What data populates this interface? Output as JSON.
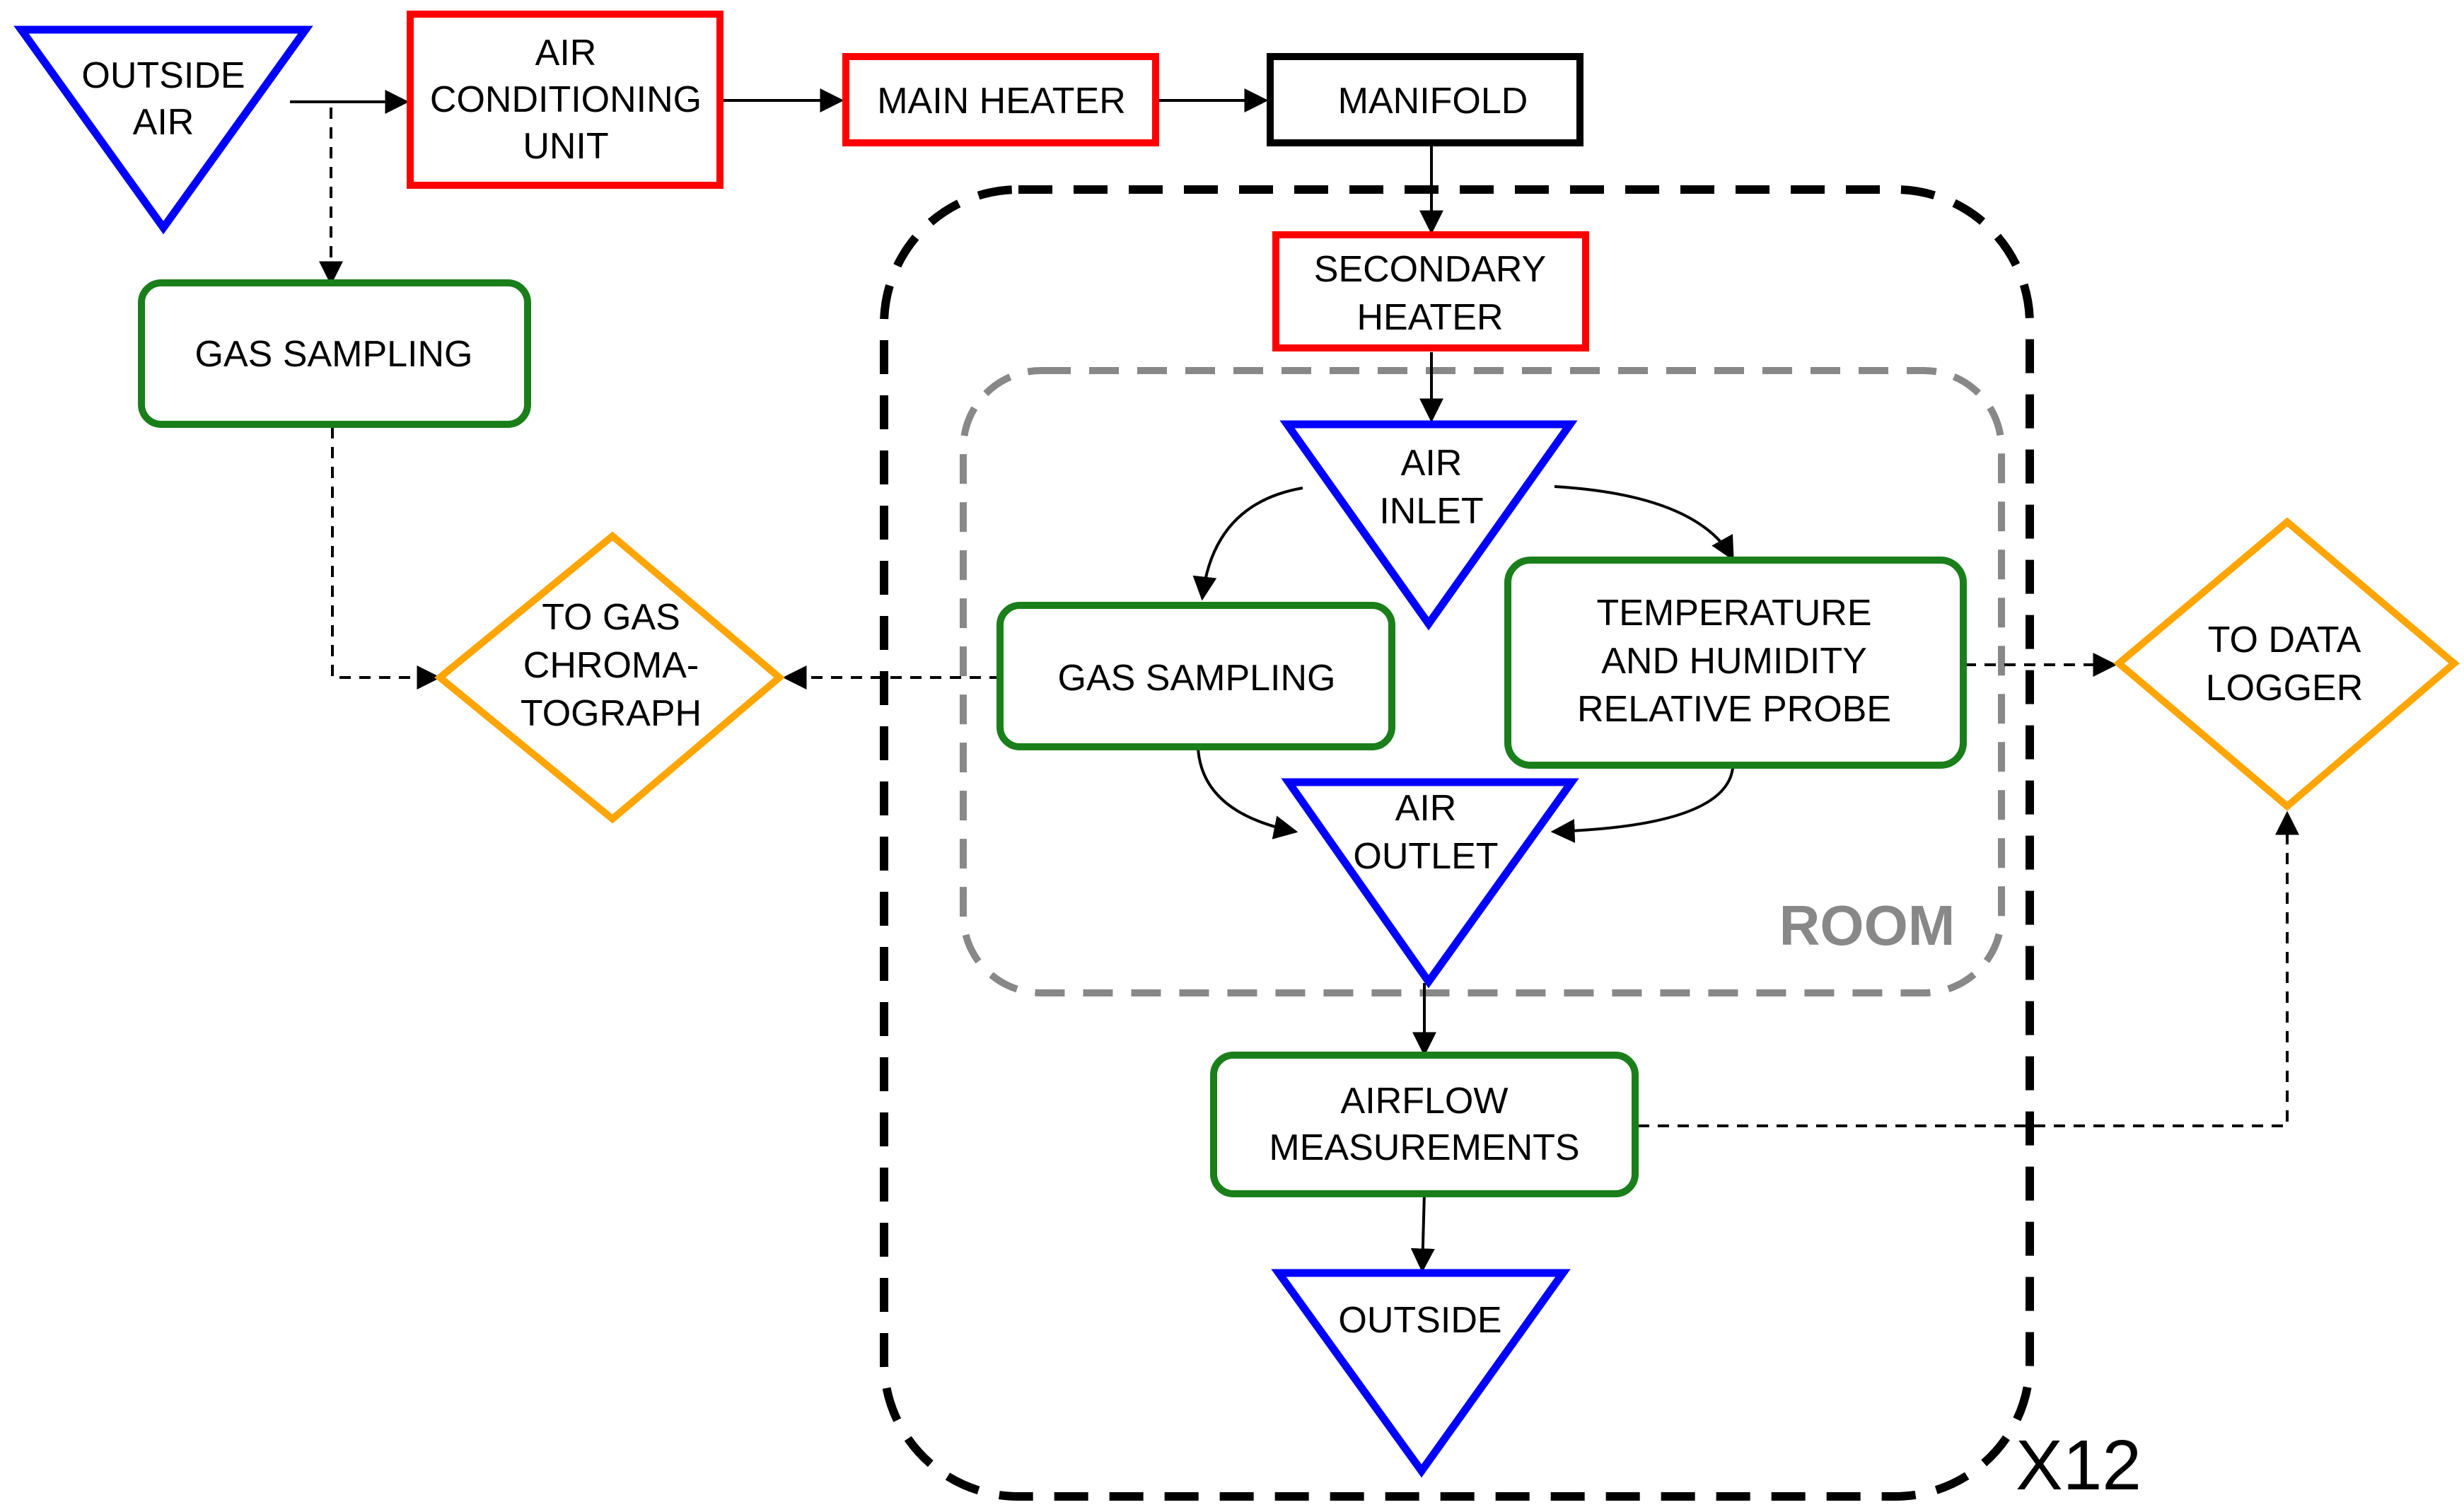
{
  "colors": {
    "source": "#0000ff",
    "heater": "#ff0000",
    "manifold": "#000000",
    "measurement": "#1a7f1a",
    "destination": "#ffa500",
    "room_border": "#888888"
  },
  "nodes": {
    "outside_air": [
      "OUTSIDE",
      "AIR"
    ],
    "air_conditioning_unit": [
      "AIR",
      "CONDITIONING",
      "UNIT"
    ],
    "main_heater": [
      "MAIN HEATER"
    ],
    "manifold": [
      "MANIFOLD"
    ],
    "gas_sampling_outside": [
      "GAS SAMPLING"
    ],
    "secondary_heater": [
      "SECONDARY",
      "HEATER"
    ],
    "air_inlet": [
      "AIR",
      "INLET"
    ],
    "gas_sampling_room": [
      "GAS SAMPLING"
    ],
    "temp_humidity_probe": [
      "TEMPERATURE",
      "AND HUMIDITY",
      "RELATIVE PROBE"
    ],
    "to_gas_chromatograph": [
      "TO GAS",
      "CHROMA-",
      "TOGRAPH"
    ],
    "to_data_logger": [
      "TO DATA",
      "LOGGER"
    ],
    "air_outlet": [
      "AIR",
      "OUTLET"
    ],
    "airflow_measurements": [
      "AIRFLOW",
      "MEASUREMENTS"
    ],
    "outside": [
      "OUTSIDE"
    ]
  },
  "labels": {
    "room": "ROOM",
    "multiplier": "X12"
  }
}
